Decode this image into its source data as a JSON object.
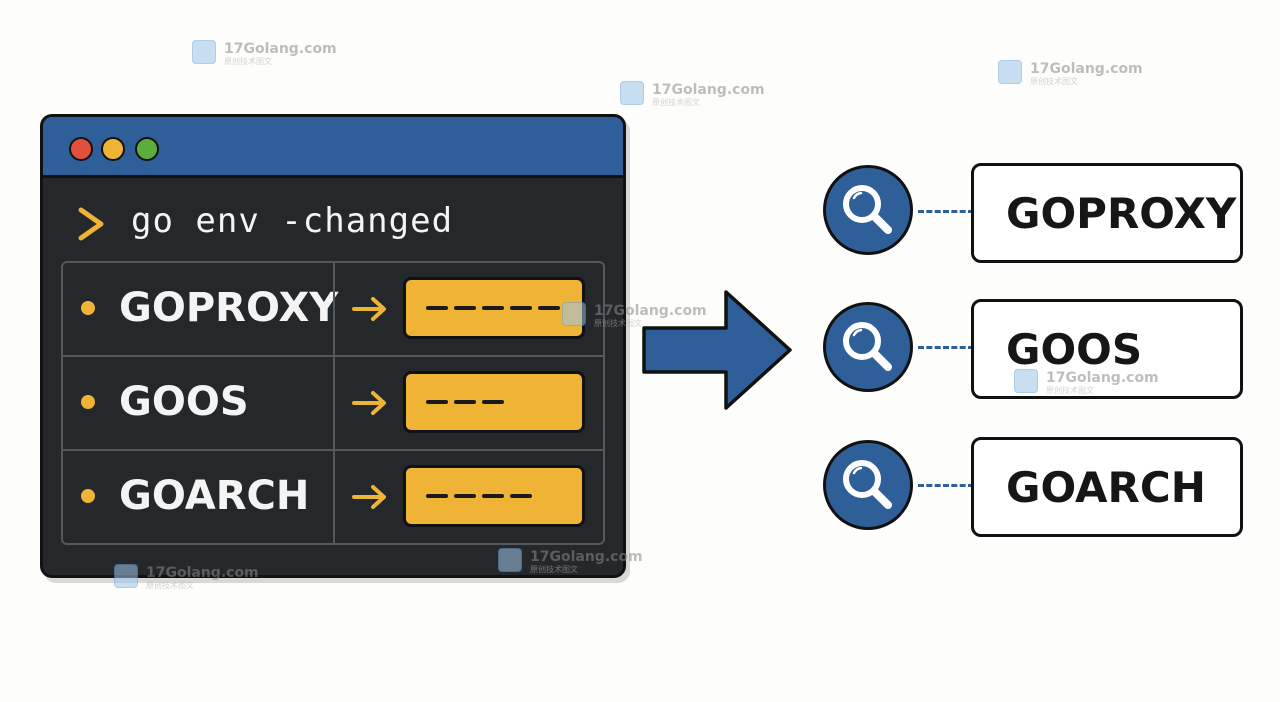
{
  "terminal": {
    "command": "go env -changed",
    "rows": [
      {
        "name": "GOPROXY",
        "dashes": 5
      },
      {
        "name": "GOOS",
        "dashes": 3
      },
      {
        "name": "GOARCH",
        "dashes": 4
      }
    ]
  },
  "results": [
    {
      "label": "GOPROXY",
      "icon": "magnifier-icon"
    },
    {
      "label": "GOOS",
      "icon": "magnifier-icon"
    },
    {
      "label": "GOARCH",
      "icon": "magnifier-icon"
    }
  ],
  "watermark": {
    "text": "17Golang.com",
    "sub": "原创技术图文"
  },
  "colors": {
    "titlebar": "#2f5f99",
    "terminal_bg": "#25282b",
    "accent_yellow": "#efb336",
    "accent_blue": "#2f5f99",
    "red_dot": "#e0503c",
    "green_dot": "#5cae3c"
  }
}
